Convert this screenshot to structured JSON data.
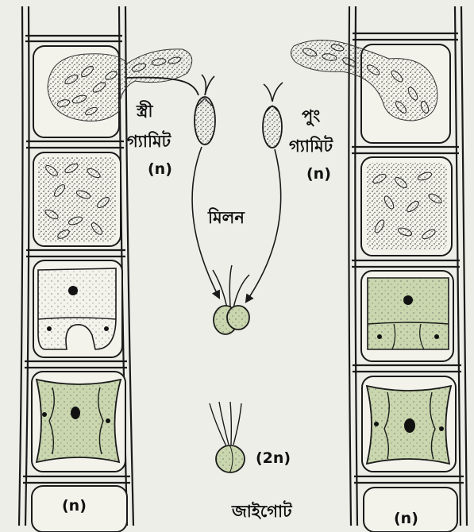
{
  "labels": {
    "female_gamete": [
      "স্ত্রী",
      "গ্যামিট"
    ],
    "male_gamete": [
      "পুং",
      "গ্যামিট"
    ],
    "female_ploidy": "(n)",
    "male_ploidy": "(n)",
    "fusion": "মিলন",
    "zygote_ploidy": "(2n)",
    "zygote": "জাইগোট",
    "left_filament_ploidy": "(n)",
    "right_filament_ploidy": "(n)"
  },
  "colors": {
    "outline": "#1a1a1a",
    "cell_fill": "#f3f3ec",
    "chloroplast_green": "#c9d6ae",
    "background": "#eeeee8"
  }
}
